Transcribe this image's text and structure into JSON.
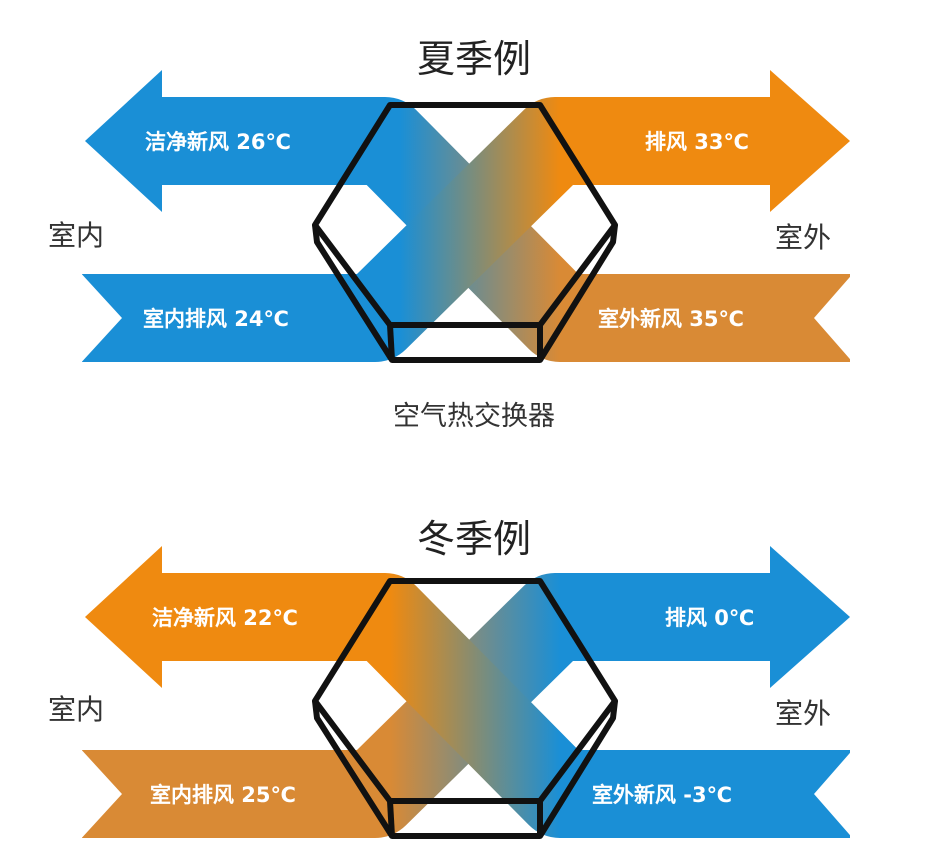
{
  "colors": {
    "blue": "#1a8fd6",
    "orange": "#ef8a10"
  },
  "summer": {
    "title": "夏季例",
    "indoor": "室内",
    "outdoor": "室外",
    "clean_fresh_air": "洁净新风 26℃",
    "exhaust_air": "排风 33℃",
    "indoor_exhaust": "室内排风 24℃",
    "outdoor_fresh_air": "室外新风 35℃",
    "exchanger_label": "空气热交换器"
  },
  "winter": {
    "title": "冬季例",
    "indoor": "室内",
    "outdoor": "室外",
    "clean_fresh_air": "洁净新风 22℃",
    "exhaust_air": "排风 0℃",
    "indoor_exhaust": "室内排风 25℃",
    "outdoor_fresh_air": "室外新风 -3℃"
  }
}
